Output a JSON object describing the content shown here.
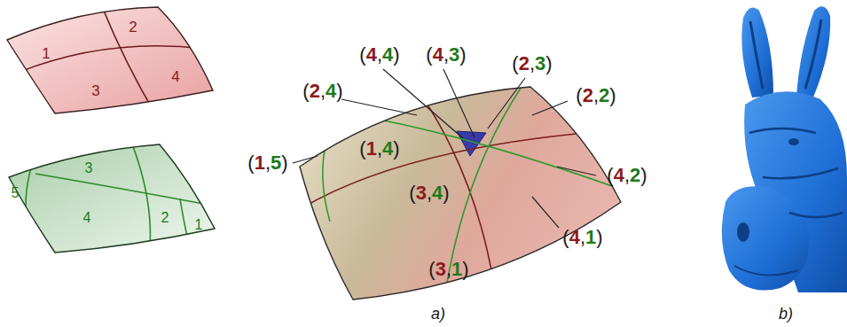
{
  "diagram": {
    "labels": [
      "1",
      "2",
      "3",
      "4",
      "5",
      "3",
      "4",
      "2",
      "1",
      "(4,4)",
      "(4,3)",
      "(2,3)",
      "(2,4)",
      "(2,2)",
      "(1,5)",
      "(1,4)",
      "(4,2)",
      "(3,4)",
      "(4,1)",
      "(3,1)",
      "a)",
      "b)"
    ]
  }
}
